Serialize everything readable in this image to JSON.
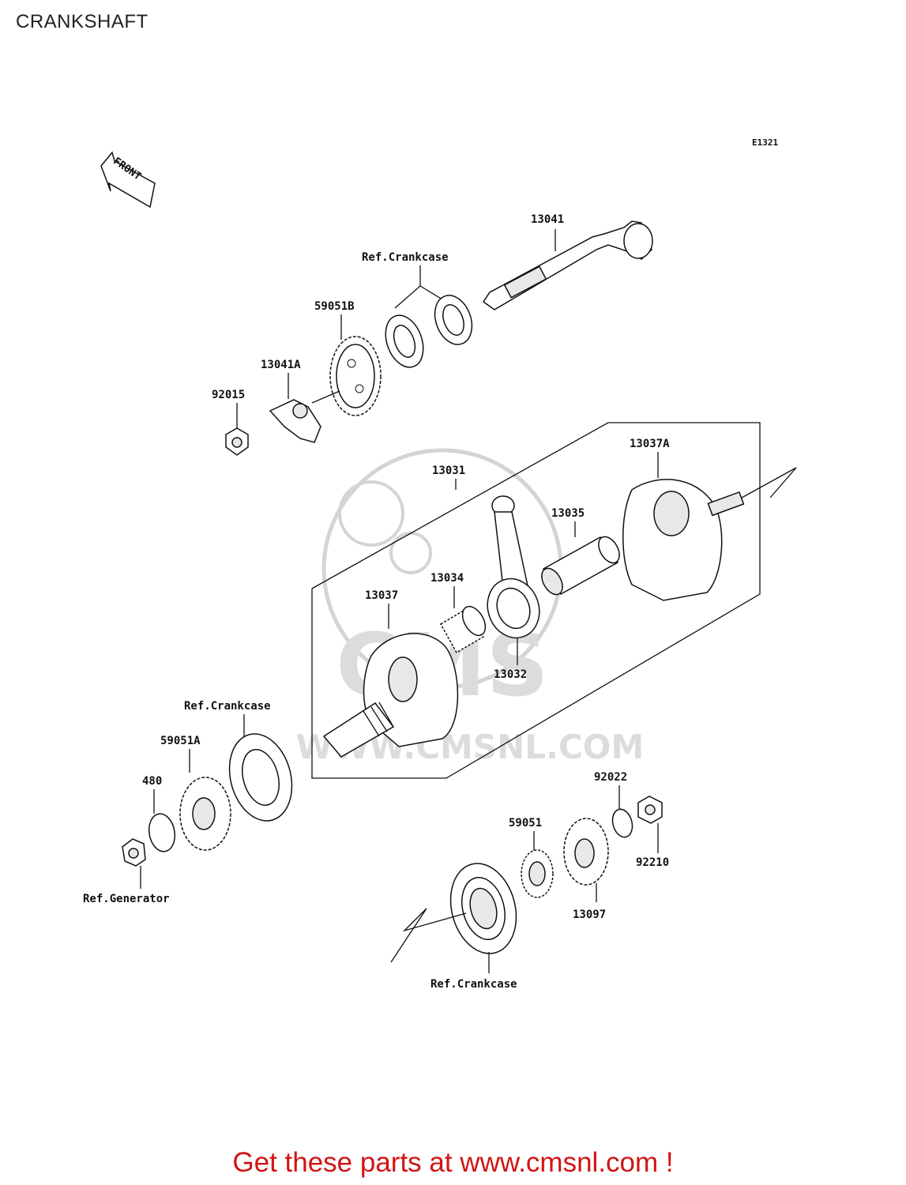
{
  "title": "CRANKSHAFT",
  "diagram_code": "E1321",
  "front_label": "FRONT",
  "watermark": {
    "logo_text": "CMS",
    "url_text": "WWW.CMSNL.COM"
  },
  "parts": {
    "p13041": "13041",
    "p13041A": "13041A",
    "p59051B": "59051B",
    "p92015": "92015",
    "ref_crankcase_top": "Ref.Crankcase",
    "p13037A": "13037A",
    "p13031": "13031",
    "p13035": "13035",
    "p13034": "13034",
    "p13037": "13037",
    "p13032": "13032",
    "ref_crankcase_mid": "Ref.Crankcase",
    "p59051A": "59051A",
    "p480": "480",
    "ref_generator": "Ref.Generator",
    "p92022": "92022",
    "p59051": "59051",
    "p92210": "92210",
    "p13097": "13097",
    "ref_crankcase_bottom": "Ref.Crankcase"
  },
  "footer_text": "Get these parts at www.cmsnl.com !",
  "colors": {
    "footer": "#d21414",
    "line": "#111111",
    "watermark": "#d4d4d4"
  }
}
